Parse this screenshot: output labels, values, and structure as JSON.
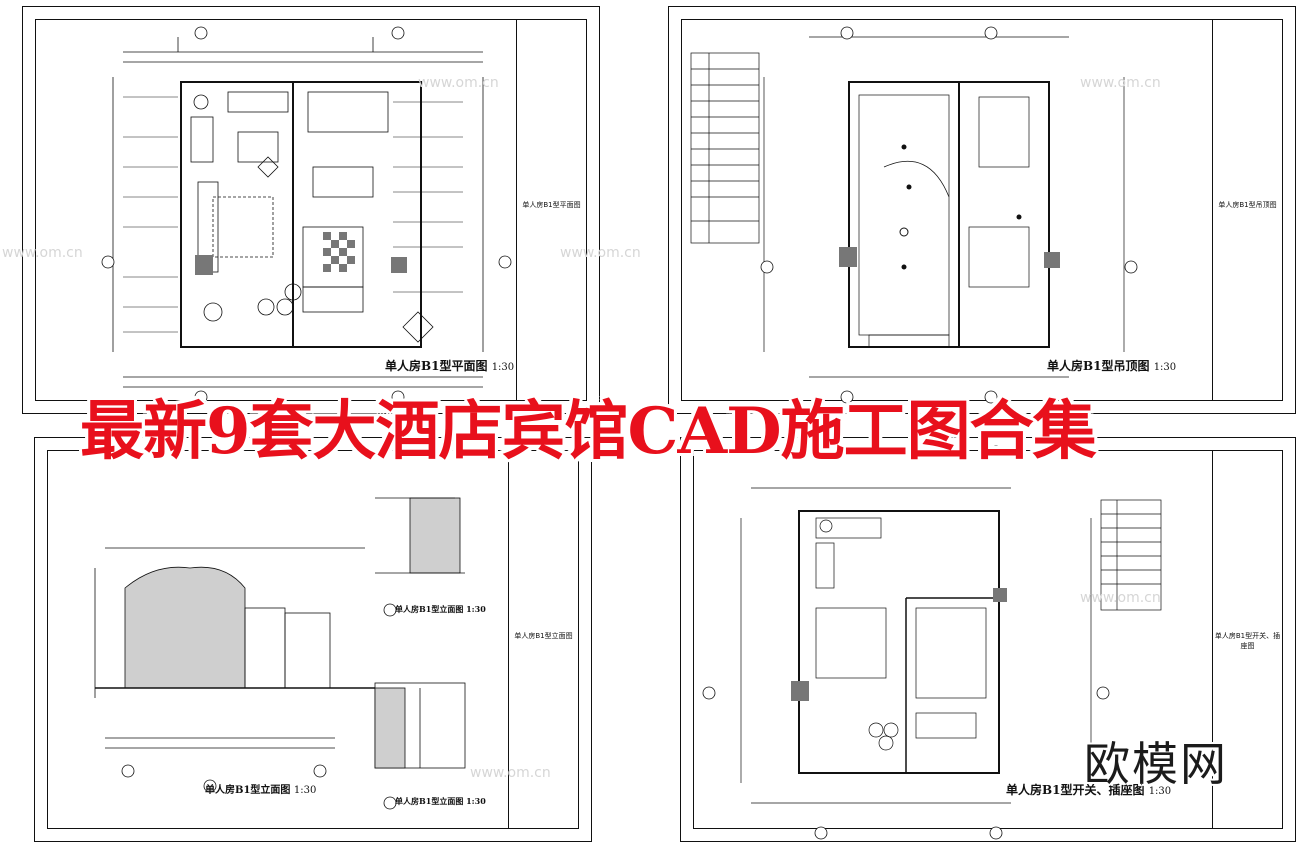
{
  "banner": {
    "title": "最新9套大酒店宾馆CAD施工图合集"
  },
  "brand": {
    "logo_text": "欧模网"
  },
  "watermarks": {
    "site": "www.om.cn",
    "cn": "欧模网"
  },
  "sheets": [
    {
      "title": "单人房B1型平面图",
      "scale": "1:30",
      "tb_name": "单人房B1型平面图"
    },
    {
      "title": "单人房B1型吊顶图",
      "scale": "1:30",
      "tb_name": "单人房B1型吊顶图"
    },
    {
      "title": "单人房B1型立面图",
      "scale": "1:30",
      "tb_name": "单人房B1型立面图",
      "sub1": "单人房B1型立面图 1:30",
      "sub2": "单人房B1型立面图 1:30",
      "sub3": "单人房B1型立面图 1:30"
    },
    {
      "title": "单人房B1型开关、插座图",
      "scale": "1:30",
      "tb_name": "单人房B1型开关、插座图"
    }
  ],
  "colors": {
    "banner": "#e8101c",
    "line": "#111111",
    "background": "#ffffff"
  }
}
